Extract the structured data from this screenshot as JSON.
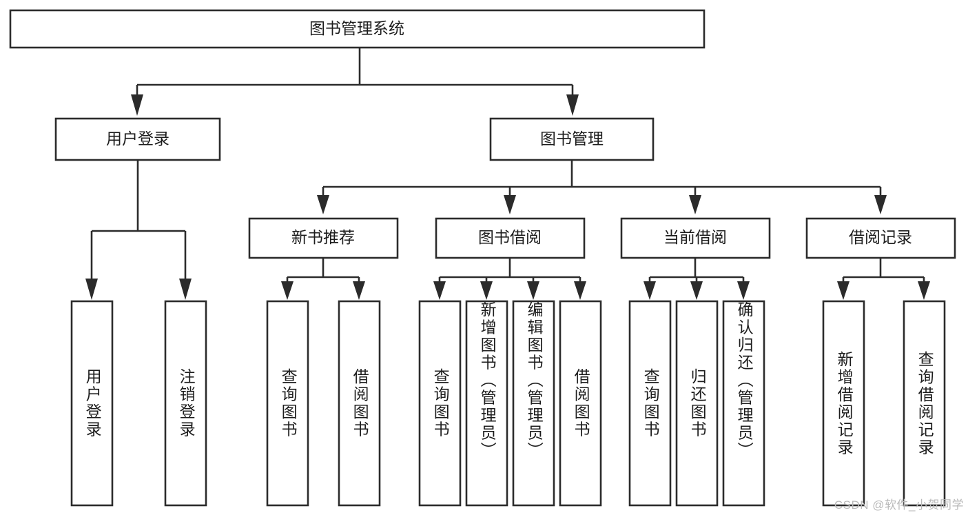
{
  "diagram": {
    "type": "hierarchy-tree",
    "title": "图书管理系统",
    "root": {
      "label": "图书管理系统"
    },
    "level2": [
      {
        "label": "用户登录"
      },
      {
        "label": "图书管理"
      }
    ],
    "level3": [
      {
        "label": "新书推荐"
      },
      {
        "label": "图书借阅"
      },
      {
        "label": "当前借阅"
      },
      {
        "label": "借阅记录"
      }
    ],
    "leaves": {
      "user_login": [
        {
          "label": "用户登录"
        },
        {
          "label": "注销登录"
        }
      ],
      "new_book_recommend": [
        {
          "label": "查询图书"
        },
        {
          "label": "借阅图书"
        }
      ],
      "book_borrow": [
        {
          "label": "查询图书"
        },
        {
          "label": "新增图书（管理员）"
        },
        {
          "label": "编辑图书（管理员）"
        },
        {
          "label": "借阅图书"
        }
      ],
      "current_borrow": [
        {
          "label": "查询图书"
        },
        {
          "label": "归还图书"
        },
        {
          "label": "确认归还（管理员）"
        }
      ],
      "borrow_record": [
        {
          "label": "新增借阅记录"
        },
        {
          "label": "查询借阅记录"
        }
      ]
    }
  },
  "watermark": {
    "text": "CSDN @软件_小贺同学"
  },
  "colors": {
    "stroke": "#2b2b2b",
    "box_fill": "#ffffff",
    "text": "#1d1d1d",
    "background": "#ffffff",
    "watermark": "#b9b9b9"
  }
}
